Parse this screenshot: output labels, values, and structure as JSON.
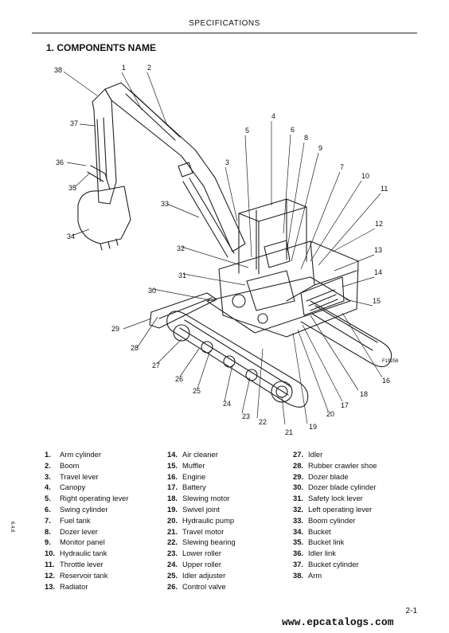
{
  "header": {
    "title": "SPECIFICATIONS"
  },
  "section": {
    "title": "1. COMPONENTS  NAME"
  },
  "figure": {
    "code": "F19258",
    "callouts": [
      "1",
      "2",
      "3",
      "4",
      "5",
      "6",
      "7",
      "8",
      "9",
      "10",
      "11",
      "12",
      "13",
      "14",
      "15",
      "16",
      "17",
      "18",
      "19",
      "20",
      "21",
      "22",
      "23",
      "24",
      "25",
      "26",
      "27",
      "28",
      "29",
      "30",
      "31",
      "32",
      "33",
      "34",
      "35",
      "36",
      "37",
      "38"
    ]
  },
  "side_code": "6.4.8",
  "legend": {
    "col1": [
      {
        "num": "1.",
        "label": "Arm cylinder"
      },
      {
        "num": "2.",
        "label": "Boom"
      },
      {
        "num": "3.",
        "label": "Travel lever"
      },
      {
        "num": "4.",
        "label": "Canopy"
      },
      {
        "num": "5.",
        "label": "Right operating lever"
      },
      {
        "num": "6.",
        "label": "Swing cylinder"
      },
      {
        "num": "7.",
        "label": "Fuel tank"
      },
      {
        "num": "8.",
        "label": "Dozer lever"
      },
      {
        "num": "9.",
        "label": "Monitor panel"
      },
      {
        "num": "10.",
        "label": "Hydraulic tank"
      },
      {
        "num": "11.",
        "label": "Throttle lever"
      },
      {
        "num": "12.",
        "label": "Reservoir tank"
      },
      {
        "num": "13.",
        "label": "Radiator"
      }
    ],
    "col2": [
      {
        "num": "14.",
        "label": "Air cleaner"
      },
      {
        "num": "15.",
        "label": "Muffler"
      },
      {
        "num": "16.",
        "label": "Engine"
      },
      {
        "num": "17.",
        "label": "Battery"
      },
      {
        "num": "18.",
        "label": "Slewing motor"
      },
      {
        "num": "19.",
        "label": "Swivel joint"
      },
      {
        "num": "20.",
        "label": "Hydraulic pump"
      },
      {
        "num": "21.",
        "label": "Travel motor"
      },
      {
        "num": "22.",
        "label": "Slewing bearing"
      },
      {
        "num": "23.",
        "label": "Lower roller"
      },
      {
        "num": "24.",
        "label": "Upper roller"
      },
      {
        "num": "25.",
        "label": "Idler adjuster"
      },
      {
        "num": "26.",
        "label": "Control valve"
      }
    ],
    "col3": [
      {
        "num": "27.",
        "label": "Idler"
      },
      {
        "num": "28.",
        "label": "Rubber crawler shoe"
      },
      {
        "num": "29.",
        "label": "Dozer blade"
      },
      {
        "num": "30.",
        "label": "Dozer blade cylinder"
      },
      {
        "num": "31.",
        "label": "Safety lock lever"
      },
      {
        "num": "32.",
        "label": "Left operating lever"
      },
      {
        "num": "33.",
        "label": "Boom cylinder"
      },
      {
        "num": "34.",
        "label": "Bucket"
      },
      {
        "num": "35.",
        "label": "Bucket link"
      },
      {
        "num": "36.",
        "label": "Idler link"
      },
      {
        "num": "37.",
        "label": "Bucket cylinder"
      },
      {
        "num": "38.",
        "label": "Arm"
      }
    ]
  },
  "page_number": "2-1",
  "watermark": "www.epcatalogs.com"
}
